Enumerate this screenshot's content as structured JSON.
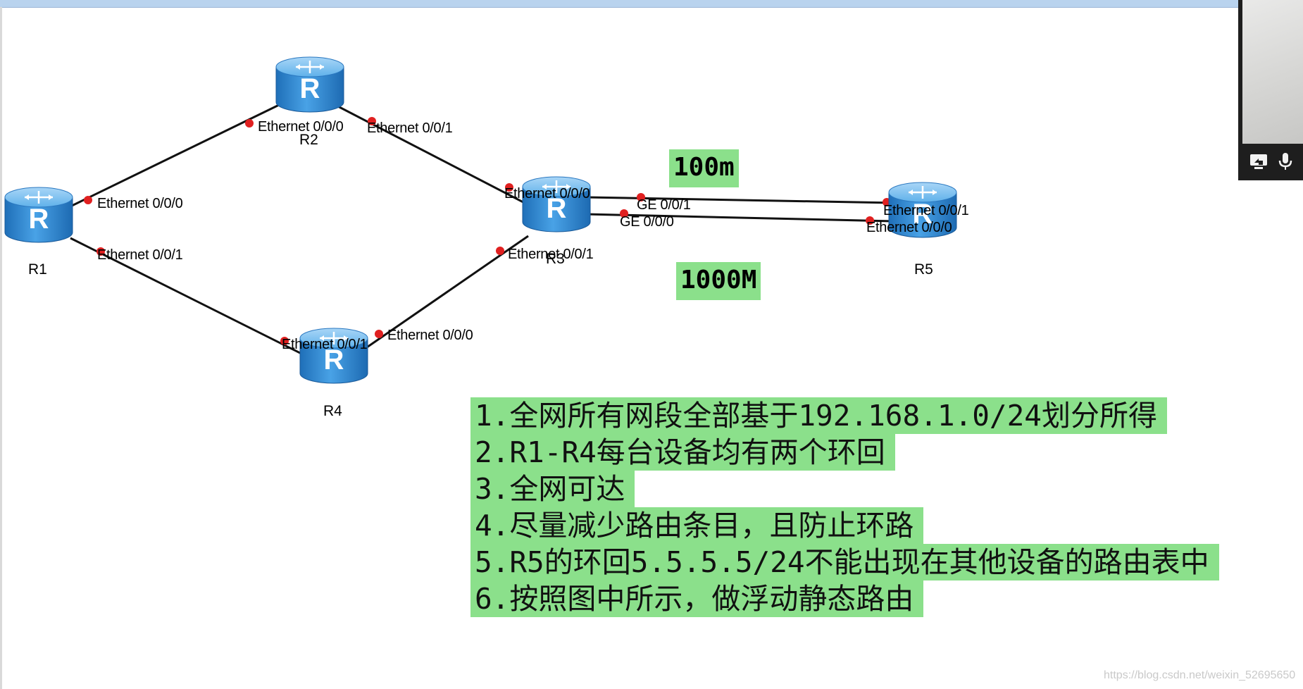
{
  "diagram": {
    "nodes": [
      {
        "id": "R1",
        "label": "R1"
      },
      {
        "id": "R2",
        "label": "R2"
      },
      {
        "id": "R3",
        "label": "R3"
      },
      {
        "id": "R4",
        "label": "R4"
      },
      {
        "id": "R5",
        "label": "R5"
      }
    ],
    "interfaces": {
      "r1_e000": "Ethernet 0/0/0",
      "r1_e001": "Ethernet 0/0/1",
      "r2_e000": "Ethernet 0/0/0",
      "r2_e001": "Ethernet 0/0/1",
      "r3_e000": "Ethernet 0/0/0",
      "r3_e001": "Ethernet 0/0/1",
      "r3_ge001": "GE 0/0/1",
      "r3_ge000": "GE 0/0/0",
      "r4_e001": "Ethernet 0/0/1",
      "r4_e000": "Ethernet 0/0/0",
      "r5_e001": "Ethernet 0/0/1",
      "r5_e000": "Ethernet 0/0/0"
    },
    "links": [
      {
        "from": "R1",
        "to": "R2"
      },
      {
        "from": "R1",
        "to": "R4"
      },
      {
        "from": "R2",
        "to": "R3"
      },
      {
        "from": "R4",
        "to": "R3"
      },
      {
        "from": "R3",
        "to": "R5"
      },
      {
        "from": "R3",
        "to": "R5"
      }
    ],
    "speed_labels": {
      "upper": "100m",
      "lower": "1000M"
    }
  },
  "requirements": [
    "1.全网所有网段全部基于192.168.1.0/24划分所得",
    "2.R1-R4每台设备均有两个环回",
    "3.全网可达",
    "4.尽量减少路由条目，且防止环路",
    "5.R5的环回5.5.5.5/24不能出现在其他设备的路由表中",
    "6.按照图中所示，做浮动静态路由"
  ],
  "watermark": "https://blog.csdn.net/weixin_52695650",
  "icons": {
    "router": "router-icon",
    "share": "screen-share-icon",
    "mic": "microphone-icon"
  },
  "colors": {
    "highlight": "#8be08b",
    "router": "#2f86d1",
    "port": "#e02020"
  }
}
